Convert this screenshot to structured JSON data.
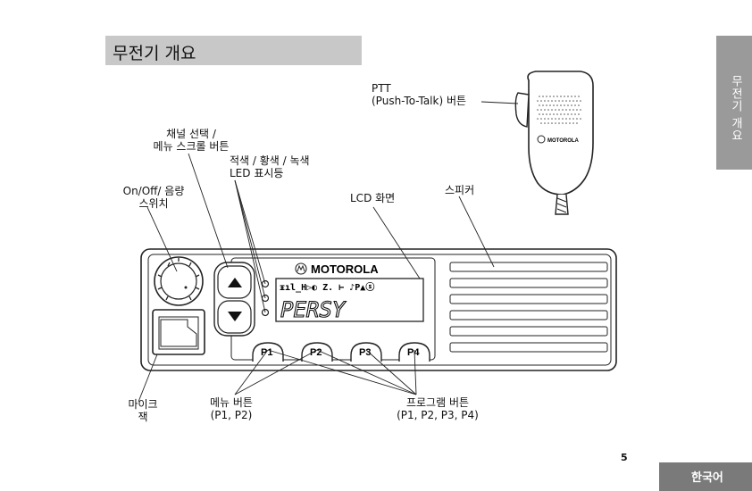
{
  "page": {
    "section_title": "무전기 개요",
    "side_tab": "무전기 개요",
    "language_tab": "한국어",
    "page_number": "5"
  },
  "labels": {
    "ptt_line1": "PTT",
    "ptt_line2": "(Push-To-Talk) 버튼",
    "channel_line1": "채널 선택 /",
    "channel_line2": "메뉴 스크롤 버튼",
    "led_line1": "적색 / 황색 / 녹색",
    "led_line2": "LED 표시등",
    "onoff_line1": "On/Off/ 음량",
    "onoff_line2": "스위치",
    "lcd": "LCD 화면",
    "speaker": "스피커",
    "mic_line1": "마이크",
    "mic_line2": "잭",
    "menu_line1": "메뉴 버튼",
    "menu_line2": "(P1, P2)",
    "prog_line1": "프로그램 버튼",
    "prog_line2": "(P1, P2, P3, P4)"
  },
  "radio": {
    "brand": "MOTOROLA",
    "mic_brand": "MOTOROLA",
    "lcd_text": "PERSY",
    "lcd_icons": "ᵻıl̲H▷◐ Z. ⊢ ♪P▲ⓢ",
    "buttons": [
      "P1",
      "P2",
      "P3",
      "P4"
    ]
  }
}
